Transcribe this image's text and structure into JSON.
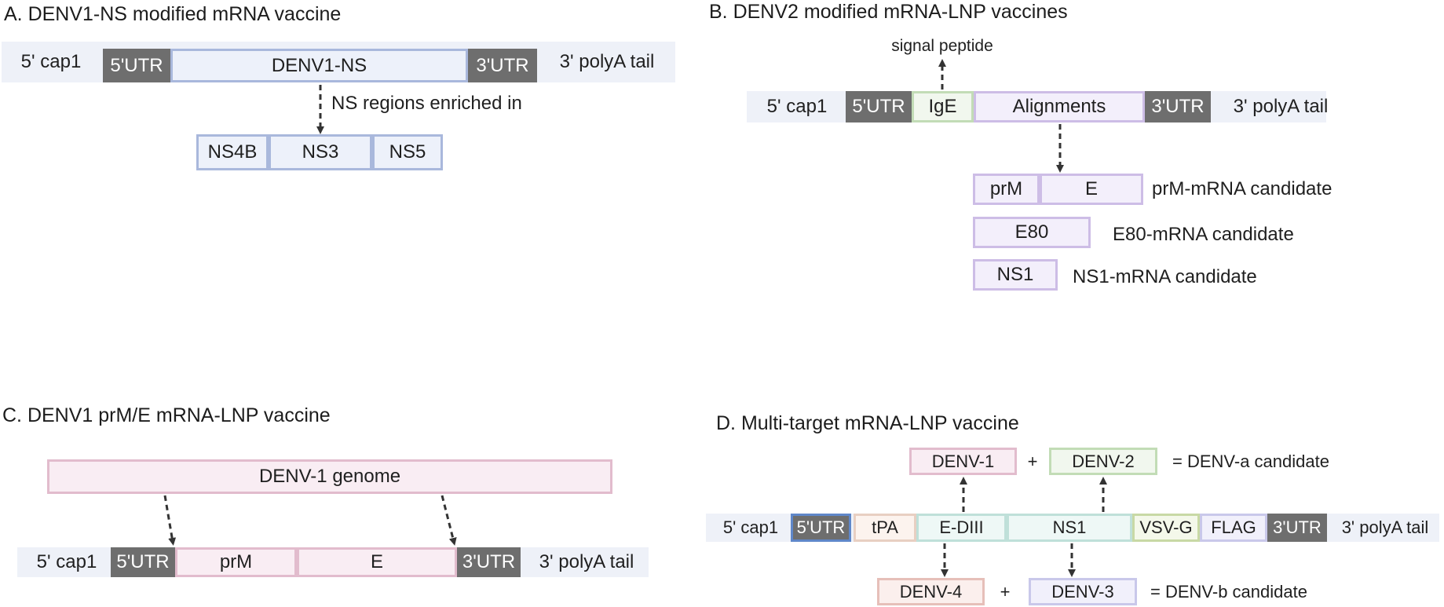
{
  "panel_a": {
    "title": "A. DENV1-NS modified mRNA vaccine",
    "cap": "5' cap1",
    "utr5": "5'UTR",
    "insert": "DENV1-NS",
    "utr3": "3'UTR",
    "tail": "3' polyA tail",
    "arrow_label": "NS regions enriched in",
    "regions": [
      "NS4B",
      "NS3",
      "NS5"
    ]
  },
  "panel_b": {
    "title": "B. DENV2 modified mRNA-LNP vaccines",
    "signal_label": "signal peptide",
    "cap": "5' cap1",
    "utr5": "5'UTR",
    "ige": "IgE",
    "insert": "Alignments",
    "utr3": "3'UTR",
    "tail": "3' polyA tail",
    "prm": "prM",
    "e": "E",
    "prm_candidate": "prM-mRNA candidate",
    "e80": "E80",
    "e80_candidate": "E80-mRNA candidate",
    "ns1": "NS1",
    "ns1_candidate": "NS1-mRNA candidate"
  },
  "panel_c": {
    "title": "C. DENV1 prM/E mRNA-LNP vaccine",
    "genome": "DENV-1 genome",
    "cap": "5' cap1",
    "utr5": "5'UTR",
    "prm": "prM",
    "e": "E",
    "utr3": "3'UTR",
    "tail": "3' polyA tail"
  },
  "panel_d": {
    "title": "D. Multi-target mRNA-LNP vaccine",
    "denv1": "DENV-1",
    "plus_top": "+",
    "denv2": "DENV-2",
    "cand_a": "= DENV-a candidate",
    "cap": "5' cap1",
    "utr5": "5'UTR",
    "tpa": "tPA",
    "ediii": "E-DIII",
    "ns1": "NS1",
    "vsvg": "VSV-G",
    "flag": "FLAG",
    "utr3": "3'UTR",
    "tail": "3' polyA tail",
    "denv4": "DENV-4",
    "plus_bottom": "+",
    "denv3": "DENV-3",
    "cand_b": "= DENV-b candidate"
  }
}
